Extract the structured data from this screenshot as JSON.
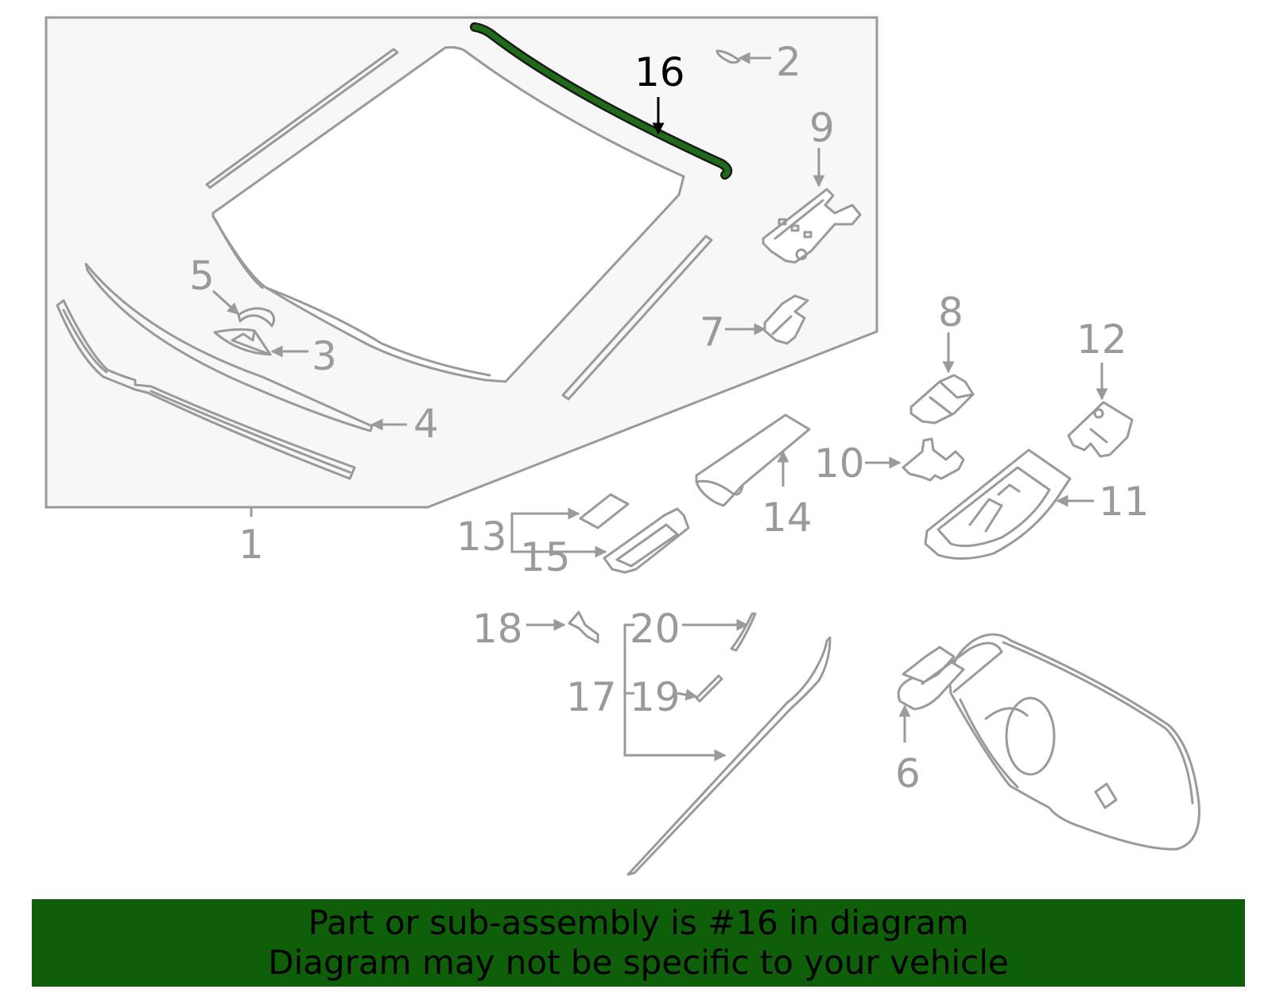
{
  "diagram": {
    "highlighted_part": "16",
    "highlight_color": "#0f5e0a",
    "line_color": "#9a9a9a",
    "labels": {
      "l1": "1",
      "l2": "2",
      "l3": "3",
      "l4": "4",
      "l5": "5",
      "l6": "6",
      "l7": "7",
      "l8": "8",
      "l9": "9",
      "l10": "10",
      "l11": "11",
      "l12": "12",
      "l13": "13",
      "l14": "14",
      "l15": "15",
      "l16": "16",
      "l17": "17",
      "l18": "18",
      "l19": "19",
      "l20": "20"
    }
  },
  "banner": {
    "line1": "Part or sub-assembly is #16 in diagram",
    "line2": "Diagram may not be specific to your vehicle",
    "background": "#0f5e0a"
  }
}
